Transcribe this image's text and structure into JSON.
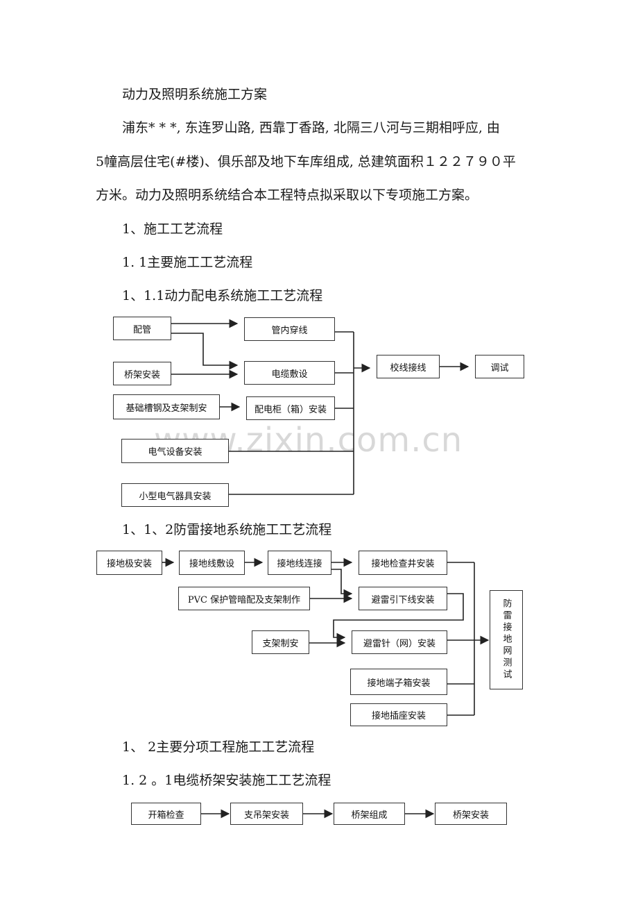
{
  "doc": {
    "title": "动力及照明系统施工方案",
    "para1": "浦东* * *, 东连罗山路, 西靠丁香路, 北隔三八河与三期相呼应, 由",
    "para2": "5幢高层住宅(#楼)、俱乐部及地下车库组成, 总建筑面积１２２７９０平",
    "para3": "方米。动力及照明系统结合本工程特点拟采取以下专项施工方案。",
    "h1": "1、施工工艺流程",
    "h11": "1. 1主要施工工艺流程",
    "h111": "1、1.1动力配电系统施工工艺流程",
    "h112": "1、1、2防雷接地系统施工工艺流程",
    "h12": "1、 2主要分项工程施工工艺流程",
    "h121": "1. 2 。1电缆桥架安装施工工艺流程",
    "watermark": "www.zixin.com.cn"
  },
  "flow1": {
    "peiguan": "配管",
    "qiaojia": "桥架安装",
    "jichu": "基础槽钢及支架制安",
    "dianqi": "电气设备安装",
    "xiaoxing": "小型电气器具安装",
    "guannei": "管内穿线",
    "dianlan": "电缆敷设",
    "peidiangui": "配电柜（箱）安装",
    "jiaoxian": "校线接线",
    "tiaoshi": "调试"
  },
  "flow2": {
    "jdji": "接地极安装",
    "jdxfs": "接地线敷设",
    "jdxlj": "接地线连接",
    "jcj": "接地检查井安装",
    "pvc": "PVC 保护管暗配及支架制作",
    "blyx": "避雷引下线安装",
    "zjza": "支架制安",
    "blz": "避雷针（网）安装",
    "dzx": "接地端子箱安装",
    "czaz": "接地插座安装",
    "fanglei": "防雷接地网测试"
  },
  "flow3": {
    "kaixiang": "开箱检查",
    "zhidiao": "支吊架安装",
    "zucheng": "桥架组成",
    "anzhuang": "桥架安装"
  }
}
